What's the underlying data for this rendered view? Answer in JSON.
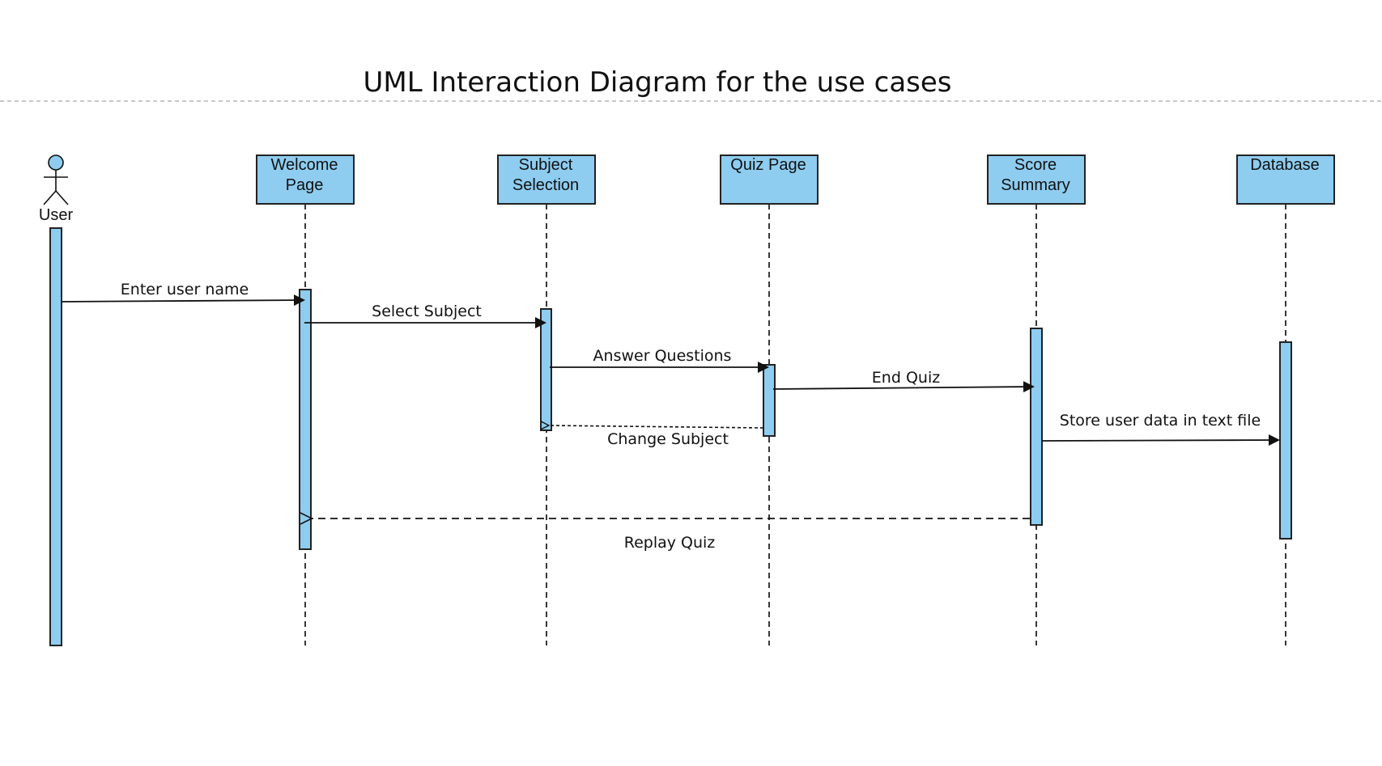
{
  "title": "UML Interaction Diagram for the use cases",
  "colors": {
    "fill": "#8ecdf0",
    "stroke": "#222222",
    "text": "#111111",
    "separator": "#b5b5b5"
  },
  "actor": {
    "name": "User",
    "icon": "stick-figure-actor-icon"
  },
  "participants": [
    {
      "id": "welcome",
      "lines": [
        "Welcome",
        "Page"
      ]
    },
    {
      "id": "subject",
      "lines": [
        "Subject",
        "Selection"
      ]
    },
    {
      "id": "quiz",
      "lines": [
        "Quiz Page"
      ]
    },
    {
      "id": "score",
      "lines": [
        "Score",
        "Summary"
      ]
    },
    {
      "id": "database",
      "lines": [
        "Database"
      ]
    }
  ],
  "messages": [
    {
      "id": "enter-user-name",
      "label": "Enter user name",
      "from": "User",
      "to": "Welcome Page",
      "type": "synchronous"
    },
    {
      "id": "select-subject",
      "label": "Select Subject",
      "from": "Welcome Page",
      "to": "Subject Selection",
      "type": "synchronous"
    },
    {
      "id": "answer-questions",
      "label": "Answer Questions",
      "from": "Subject Selection",
      "to": "Quiz Page",
      "type": "synchronous"
    },
    {
      "id": "end-quiz",
      "label": "End Quiz",
      "from": "Quiz Page",
      "to": "Score Summary",
      "type": "synchronous"
    },
    {
      "id": "store-user-data",
      "label": "Store user data in text file",
      "from": "Score Summary",
      "to": "Database",
      "type": "synchronous"
    },
    {
      "id": "change-subject",
      "label": "Change Subject",
      "from": "Quiz Page",
      "to": "Subject Selection",
      "type": "return"
    },
    {
      "id": "replay-quiz",
      "label": "Replay Quiz",
      "from": "Score Summary",
      "to": "Welcome Page",
      "type": "return"
    }
  ]
}
